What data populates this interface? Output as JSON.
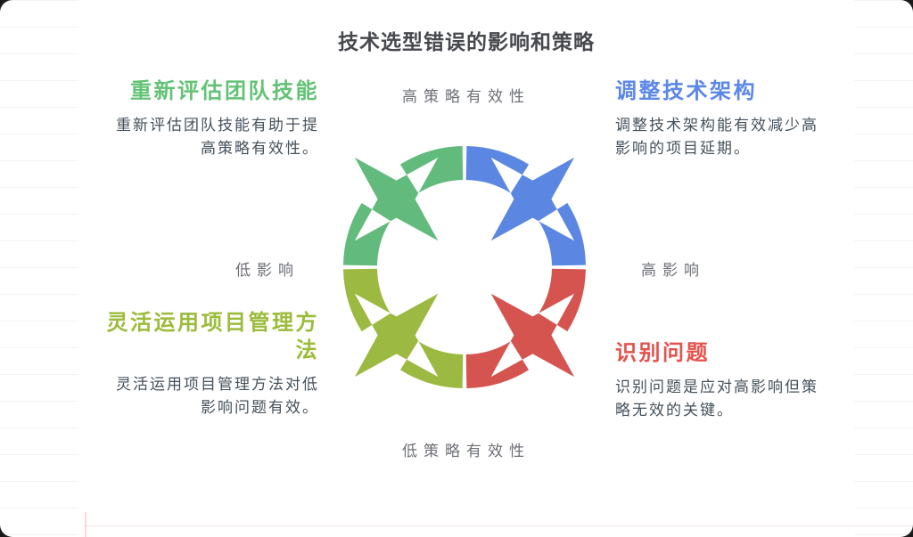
{
  "title": "技术选型错误的影响和策略",
  "axis": {
    "top": "高策略有效性",
    "bottom": "低策略有效性",
    "left": "低影响",
    "right": "高影响"
  },
  "quadrants": {
    "top_left": {
      "heading": "重新评估团队技能",
      "body": "重新评估团队技能有助于提\n高策略有效性。",
      "color": "#63c276"
    },
    "top_right": {
      "heading": "调整技术架构",
      "body": "调整技术架构能有效减少高\n影响的项目延期。",
      "color": "#5b87e8"
    },
    "bottom_left": {
      "heading": "灵活运用项目管理方\n法",
      "body": "灵活运用项目管理方法对低\n影响问题有效。",
      "color": "#9cbb3a"
    },
    "bottom_right": {
      "heading": "识别问题",
      "body": "识别问题是应对高影响但策\n略无效的关键。",
      "color": "#e4534c"
    }
  },
  "diagram": {
    "type": "cycle-arrows",
    "colors": {
      "top_left": "#62bb7d",
      "top_right": "#5b87e2",
      "bottom_left": "#9cba41",
      "bottom_right": "#d5544f"
    }
  },
  "text_colors": {
    "title": "#47494e",
    "body": "#44515b",
    "axis": "#6d7077"
  }
}
